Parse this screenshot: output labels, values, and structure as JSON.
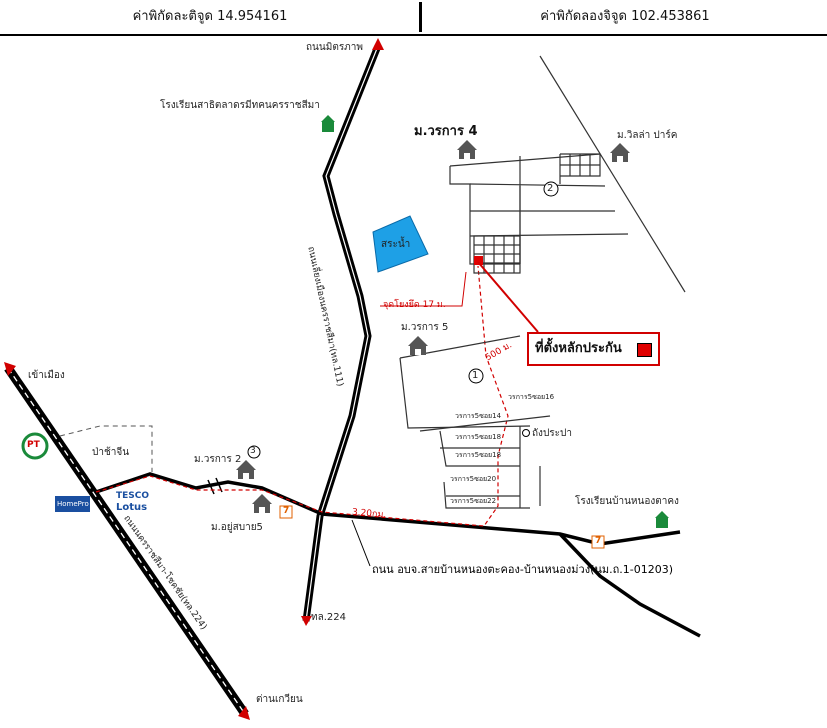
{
  "header": {
    "latitude": "ค่าพิกัดละติจูด 14.954161",
    "longitude": "ค่าพิกัดลองจิจูด 102.453861"
  },
  "labels": {
    "mitraphap_road": "ถนนมิตรภาพ",
    "school_top": "โรงเรียนสาธิตลาดรมีทคนครราชสีมา",
    "village_4": "ม.วรการ 4",
    "villa_park": "ม.วิลล่า ปาร์ค",
    "pond": "สระน้ำ",
    "bypass_road": "ถนนเลี่ยงเมืองนครราชสีมา(ทล.111)",
    "pole_distance": "จุดโยงยึด 17 ม.",
    "village_5": "ม.วรการ 5",
    "distance_500": "500 ม.",
    "to_city": "เข้าเมือง",
    "pa_cha_chin": "ป่าช้าจีน",
    "village_2": "ม.วรการ 2",
    "tesco_top": "TESCO",
    "tesco_bottom": "Lotus",
    "homepro": "HomePro",
    "village_yusabai": "ม.อยู่สบาย5",
    "distance_320": "3.20กม.",
    "water_tank": "ถังประปา",
    "school_right": "โรงเรียนบ้านหนองตาคง",
    "local_road": "ถนน อบจ.สายบ้านหนองตะคอง-บ้านหนองม่วง(นม.ถ.1-01203)",
    "highway_road": "ถนนนครราชสีมา-โชคชัย(ทล.224)",
    "tl224": "ทล.224",
    "tambon": "ต่านเกวียน",
    "soi14": "วรการ5ซอย14",
    "soi16": "วรการ5ซอย16",
    "soi18": "วรการ5ซอย18",
    "soi18b": "วรการ5ซอย18",
    "soi20": "วรการ5ซอย20",
    "soi22": "วรการ5ซอย22",
    "marker1": "1",
    "marker2": "2",
    "marker3": "3",
    "seven_eleven_1": "7",
    "seven_eleven_2": "7",
    "pt": "PT"
  },
  "callout": {
    "text": "ที่ตั้งหลักประกัน"
  },
  "colors": {
    "road": "#000000",
    "route": "#d10000",
    "pond": "#1ea0e6",
    "house": "#555555",
    "school": "#1a8a3a"
  }
}
